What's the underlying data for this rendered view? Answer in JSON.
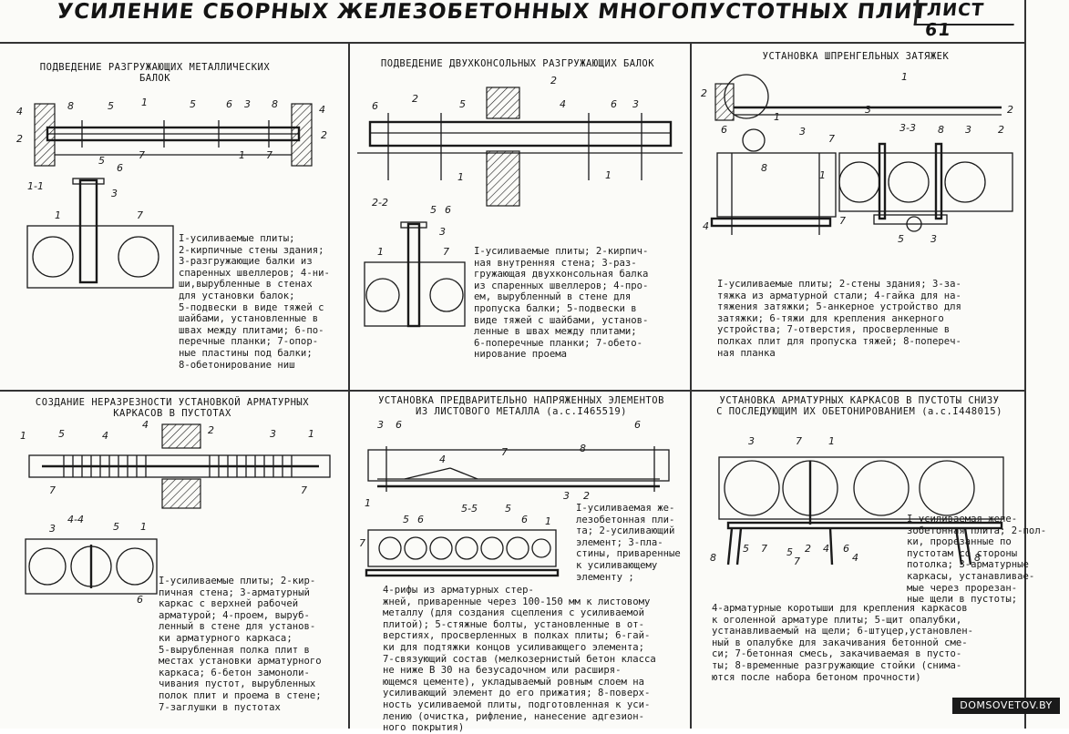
{
  "sheet": {
    "title": "УСИЛЕНИЕ СБОРНЫХ ЖЕЛЕЗОБЕТОННЫХ МНОГОПУСТОТНЫХ ПЛИТ",
    "sheet_number": "ЛИСТ 61"
  },
  "panels": [
    {
      "title": "ПОДВЕДЕНИЕ РАЗГРУЖАЮЩИХ МЕТАЛЛИЧЕСКИХ\nБАЛОК",
      "section_label": "1-1",
      "legend": "I-усиливаемые плиты;\n2-кирпичные стены здания;\n3-разгружающие балки из\nспаренных швеллеров; 4-ни-\nши,вырубленные в стенах\nдля установки балок;\n5-подвески в виде тяжей с\nшайбами, установленные в\nшвах между плитами; 6-по-\nперечные планки; 7-опор-\nные пластины под балки;\n8-обетонирование ниш"
    },
    {
      "title": "ПОДВЕДЕНИЕ ДВУХКОНСОЛЬНЫХ РАЗГРУЖАЮЩИХ БАЛОК",
      "section_label": "2-2",
      "legend": "I-усиливаемые плиты; 2-кирпич-\nная внутренняя стена; 3-раз-\nгружающая двухконсольная балка\nиз спаренных швеллеров; 4-про-\nем, вырубленный в стене для\nпропуска балки; 5-подвески в\nвиде тяжей с шайбами, установ-\nленные в швах между плитами;\n6-поперечные планки; 7-обето-\nнирование проема"
    },
    {
      "title": "УСТАНОВКА ШПРЕНГЕЛЬНЫХ ЗАТЯЖЕК",
      "section_label": "3-3",
      "legend": "I-усиливаемые плиты; 2-стены здания; 3-за-\nтяжка из арматурной стали; 4-гайка для на-\nтяжения затяжки; 5-анкерное устройство для\nзатяжки; 6-тяжи для крепления анкерного\nустройства; 7-отверстия, просверленные в\nполках плит для пропуска тяжей; 8-попереч-\nная планка"
    },
    {
      "title": "СОЗДАНИЕ НЕРАЗРЕЗНОСТИ УСТАНОВКОЙ АРМАТУРНЫХ\nКАРКАСОВ В ПУСТОТАХ",
      "section_label": "4-4",
      "legend": "I-усиливаемые плиты; 2-кир-\nпичная стена; 3-арматурный\nкаркас с верхней рабочей\nарматурой; 4-проем, выруб-\nленный в стене для установ-\nки арматурного каркаса;\n5-вырубленная полка плит в\nместах установки арматурного\nкаркаса; 6-бетон замоноли-\nчивания пустот, вырубленных\nполок плит и проема в стене;\n7-заглушки в пустотах"
    },
    {
      "title": "УСТАНОВКА ПРЕДВАРИТЕЛЬНО НАПРЯЖЕННЫХ ЭЛЕМЕНТОВ\nИЗ ЛИСТОВОГО МЕТАЛЛА (а.с.I465519)",
      "section_label": "5-5",
      "legend_side": "I-усиливаемая же-\nлезобетонная пли-\nта; 2-усиливающий\nэлемент; 3-пла-\nстины, приваренные\nк усиливающему\nэлементу ;",
      "legend": "4-рифы из арматурных стер-\nжней, приваренные через 100-150 мм к листовому\nметаллу (для создания сцепления с усиливаемой\nплитой); 5-стяжные болты, установленные в от-\nверстиях, просверленных в полках плиты; 6-гай-\nки для подтяжки концов усиливающего элемента;\n7-связующий состав (мелкозернистый бетон класса\nне ниже В 30 на безусадочном или расширя-\nющемся цементе), укладываемый ровным слоем на\nусиливающий элемент до его прижатия; 8-поверх-\nность усиливаемой плиты, подготовленная к уси-\nлению (очистка, рифление, нанесение адгезион-\nного покрытия)"
    },
    {
      "title": "УСТАНОВКА АРМАТУРНЫХ КАРКАСОВ В ПУСТОТЫ СНИЗУ\nС ПОСЛЕДУЮЩИМ ИХ ОБЕТОНИРОВАНИЕМ (а.с.I448015)",
      "legend_side": "I-усиливаемая желе-\nзобетонная плита; 2-пол-\nки, прорезанные по\nпустотам со стороны\nпотолка; 3-арматурные\nкаркасы, устанавливае-\nмые через прорезан-\nные щели в пустоты;",
      "legend": "4-арматурные коротыши для крепления каркасов\nк оголенной арматуре плиты; 5-щит опалубки,\nустанавливаемый на щели; 6-штуцер,установлен-\nный в опалубке для закачивания бетонной сме-\nси; 7-бетонная смесь, закачиваемая в пусто-\nты; 8-временные разгружающие стойки (снима-\nются после набора бетоном прочности)"
    }
  ],
  "watermark": "DOMSOVETOV.BY"
}
